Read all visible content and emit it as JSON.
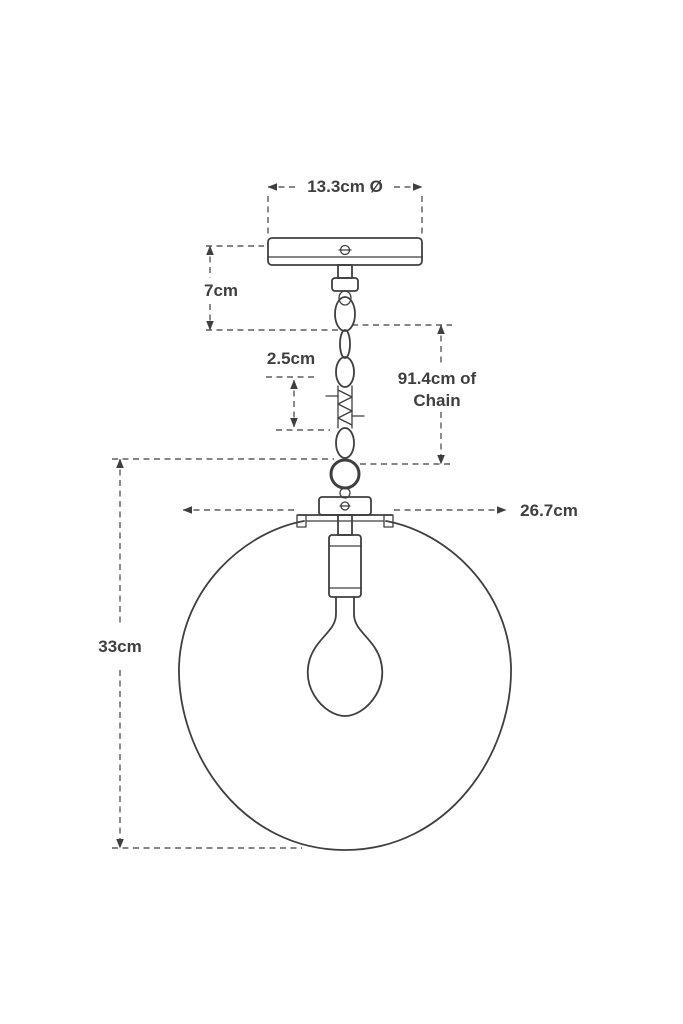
{
  "diagram": {
    "type": "technical-dimension-diagram",
    "subject": "pendant light fixture with glass globe shade, chain and ceiling canopy",
    "colors": {
      "line": "#3f3f3f",
      "background": "#ffffff"
    },
    "labels": {
      "canopy_diameter": "13.3cm Ø",
      "canopy_height": "7cm",
      "chain_link_size": "2.5cm",
      "chain_length_line1": "91.4cm of",
      "chain_length_line2": "Chain",
      "shade_width": "26.7cm",
      "overall_height": "33cm"
    }
  }
}
